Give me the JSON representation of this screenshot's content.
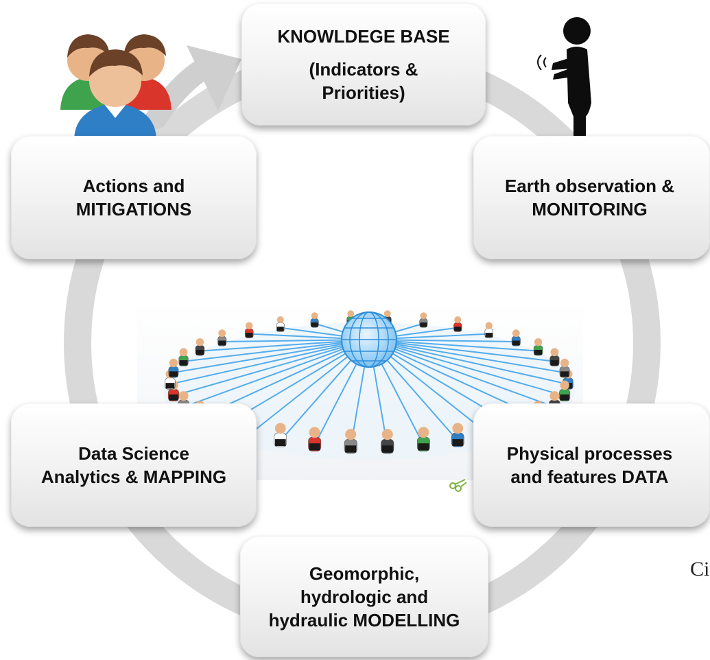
{
  "boxes": {
    "knowledge": {
      "line1": "KNOWLDEGE BASE",
      "line2": "(Indicators &",
      "line3": "Priorities)"
    },
    "earth": {
      "line1": "Earth observation &",
      "line2": "MONITORING"
    },
    "physical": {
      "line1": "Physical processes",
      "line2": "and features DATA"
    },
    "modelling": {
      "line1": "Geomorphic,",
      "line2": "hydrologic and",
      "line3": "hydraulic MODELLING"
    },
    "datasci": {
      "line1": "Data Science",
      "line2": "Analytics & MAPPING"
    },
    "actions": {
      "line1": "Actions and",
      "line2": "MITIGATIONS"
    }
  },
  "partial_text": "Citize",
  "colors": {
    "ring": "#d9d9d9",
    "network_line": "#3aa0e8",
    "globe": "#4aa8ec",
    "person_green": "#3fa34d",
    "person_red": "#d9352b",
    "person_blue": "#2f7fc6",
    "skin": "#e8b487",
    "hair": "#6b4128"
  },
  "icons": [
    "users-group-icon",
    "person-with-phone-icon",
    "network-globe-illustration"
  ]
}
